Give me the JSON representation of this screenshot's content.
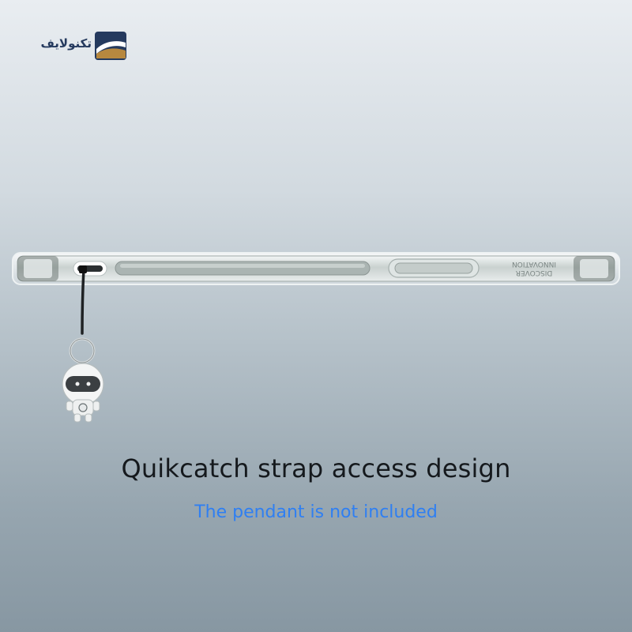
{
  "brand": {
    "name": "تکنولایف",
    "icon": "brand-swoosh-icon",
    "colors": {
      "navy": "#253a5e",
      "gold": "#b7883f"
    }
  },
  "product": {
    "engraving_line1": "DISCOVER",
    "engraving_line2": "INNOVATION"
  },
  "headline": "Quikcatch strap access design",
  "subheadline": "The pendant is not included",
  "colors": {
    "headline": "#15191d",
    "subheadline": "#2f7ff2"
  }
}
